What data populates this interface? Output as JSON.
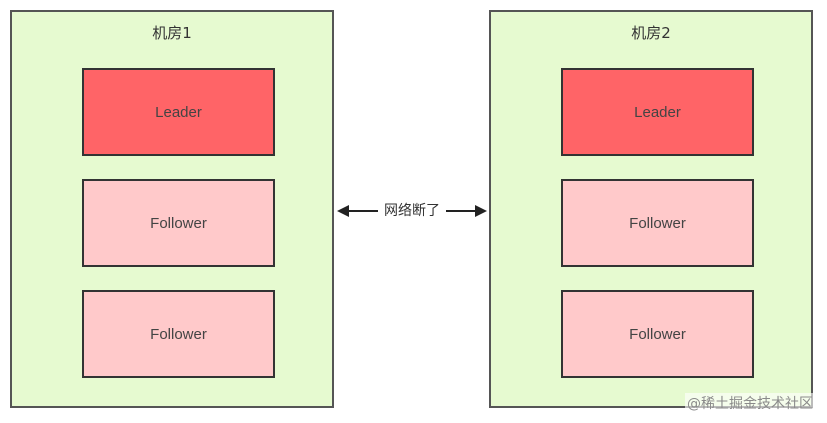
{
  "rooms": [
    {
      "title": "机房1",
      "nodes": {
        "leader": "Leader",
        "follower_a": "Follower",
        "follower_b": "Follower"
      }
    },
    {
      "title": "机房2",
      "nodes": {
        "leader": "Leader",
        "follower_a": "Follower",
        "follower_b": "Follower"
      }
    }
  ],
  "link": {
    "label": "网络断了"
  },
  "watermark": "@稀土掘金技术社区",
  "colors": {
    "room_bg": "#e6fad0",
    "leader": "#ff6467",
    "follower": "#ffc9ca",
    "border": "#333333"
  }
}
